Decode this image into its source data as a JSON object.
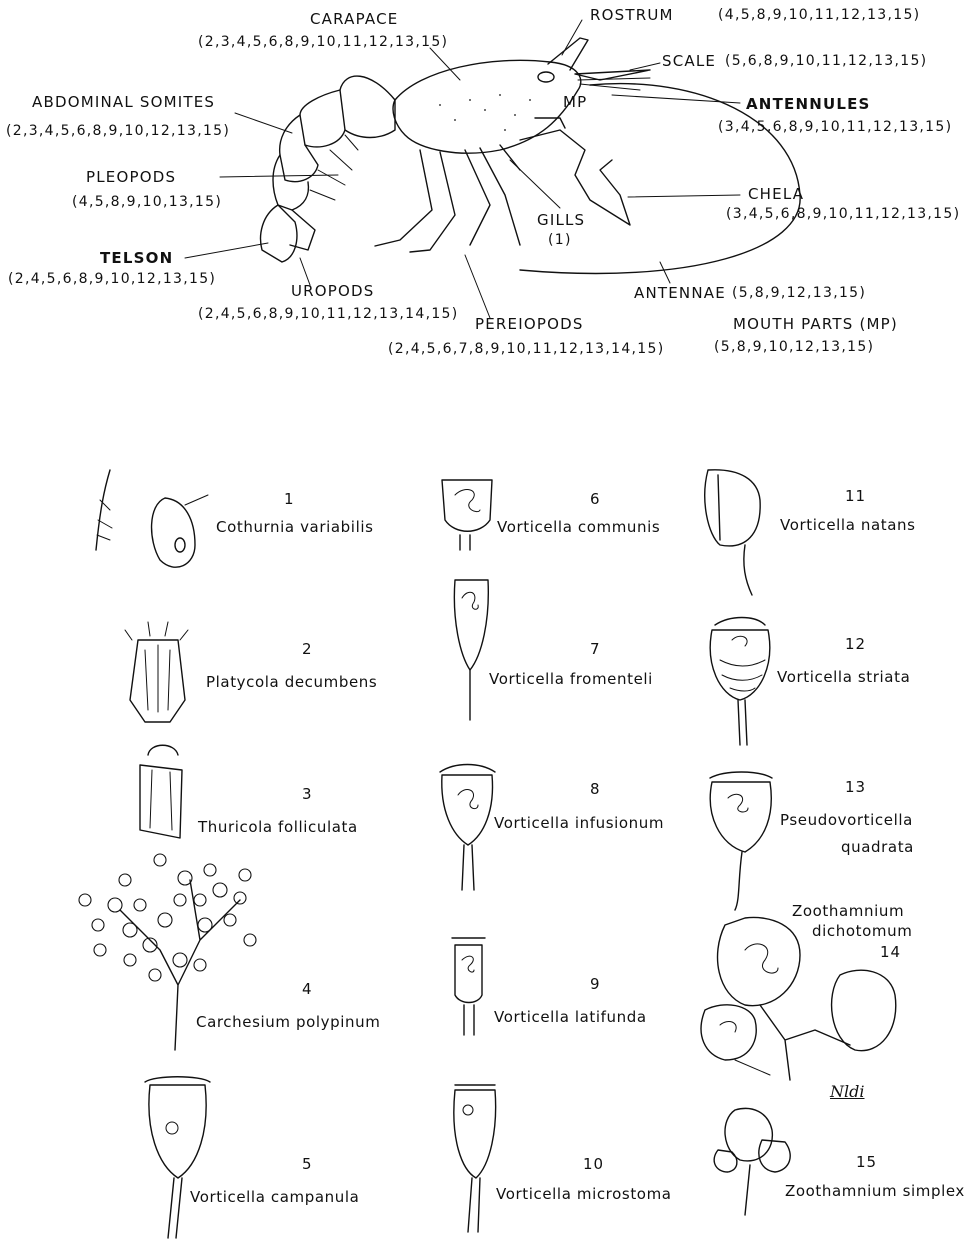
{
  "crayfish": {
    "labels": {
      "carapace": {
        "name": "CARAPACE",
        "hosts": "(2,3,4,5,6,8,9,10,11,12,13,15)"
      },
      "rostrum": {
        "name": "ROSTRUM",
        "hosts": "(4,5,8,9,10,11,12,13,15)"
      },
      "scale": {
        "name": "SCALE",
        "hosts": "(5,6,8,9,10,11,12,13,15)"
      },
      "antennules": {
        "name": "ANTENNULES",
        "hosts": "(3,4,5,6,8,9,10,11,12,13,15)"
      },
      "mp": {
        "name": "MP"
      },
      "abdominal_somites": {
        "name": "ABDOMINAL SOMITES",
        "hosts": "(2,3,4,5,6,8,9,10,12,13,15)"
      },
      "pleopods": {
        "name": "PLEOPODS",
        "hosts": "(4,5,8,9,10,13,15)"
      },
      "chela": {
        "name": "CHELA",
        "hosts": "(3,4,5,6,8,9,10,11,12,13,15)"
      },
      "gills": {
        "name": "GILLS",
        "hosts": "(1)"
      },
      "telson": {
        "name": "TELSON",
        "hosts": "(2,4,5,6,8,9,10,12,13,15)"
      },
      "uropods": {
        "name": "UROPODS",
        "hosts": "(2,4,5,6,8,9,10,11,12,13,14,15)"
      },
      "antennae": {
        "name": "ANTENNAE",
        "hosts": "(5,8,9,12,13,15)"
      },
      "pereiopods": {
        "name": "PEREIOPODS",
        "hosts": "(2,4,5,6,7,8,9,10,11,12,13,14,15)"
      },
      "mouth_parts": {
        "name": "MOUTH PARTS (MP)",
        "hosts": "(5,8,9,10,12,13,15)"
      }
    }
  },
  "species": [
    {
      "num": "1",
      "name": "Cothurnia variabilis"
    },
    {
      "num": "2",
      "name": "Platycola decumbens"
    },
    {
      "num": "3",
      "name": "Thuricola folliculata"
    },
    {
      "num": "4",
      "name": "Carchesium polypinum"
    },
    {
      "num": "5",
      "name": "Vorticella campanula"
    },
    {
      "num": "6",
      "name": "Vorticella communis"
    },
    {
      "num": "7",
      "name": "Vorticella fromenteli"
    },
    {
      "num": "8",
      "name": "Vorticella infusionum"
    },
    {
      "num": "9",
      "name": "Vorticella latifunda"
    },
    {
      "num": "10",
      "name": "Vorticella microstoma"
    },
    {
      "num": "11",
      "name": "Vorticella natans"
    },
    {
      "num": "12",
      "name": "Vorticella striata"
    },
    {
      "num": "13",
      "name": "Pseudovorticella",
      "name2": "quadrata"
    },
    {
      "num": "14",
      "name": "Zoothamnium",
      "name2": "dichotomum"
    },
    {
      "num": "15",
      "name": "Zoothamnium simplex"
    }
  ],
  "signature": "Nldi"
}
